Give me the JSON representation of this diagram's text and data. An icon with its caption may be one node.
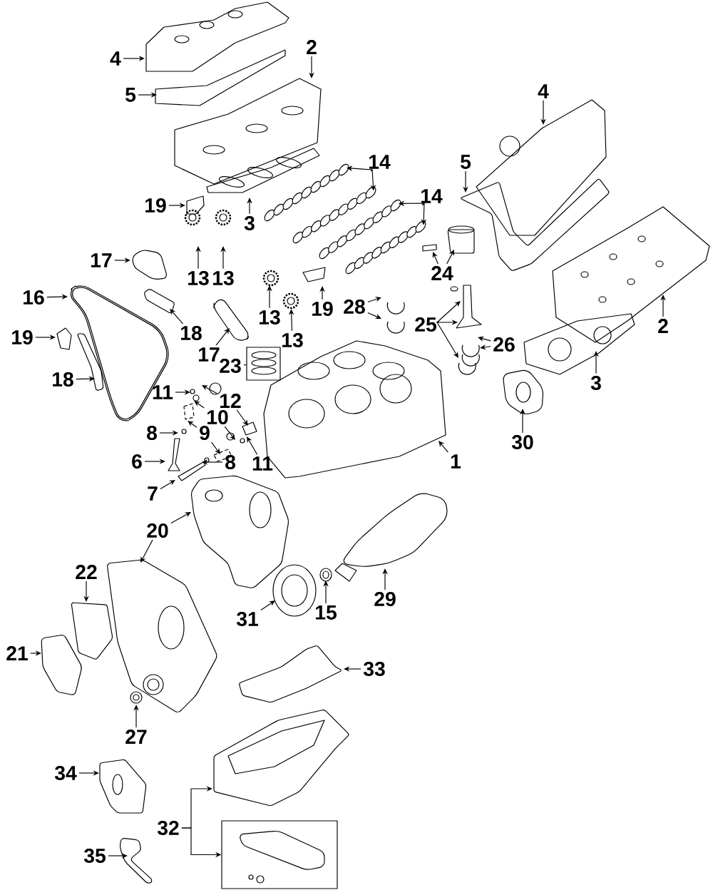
{
  "diagram": {
    "nodes": [
      {
        "text": [
          "4"
        ]
      },
      {
        "text": [
          "2"
        ]
      },
      {
        "text": [
          "4"
        ]
      },
      {
        "text": [
          "5"
        ]
      },
      {
        "text": [
          "14"
        ]
      },
      {
        "text": [
          "5"
        ]
      },
      {
        "text": [
          "14"
        ]
      },
      {
        "text": [
          "19"
        ]
      },
      {
        "text": [
          "3"
        ]
      },
      {
        "text": [
          "17"
        ]
      },
      {
        "text": [
          "24"
        ]
      },
      {
        "text": [
          "13"
        ]
      },
      {
        "text": [
          "13"
        ]
      },
      {
        "text": [
          "16"
        ]
      },
      {
        "text": [
          "28"
        ]
      },
      {
        "text": [
          "19"
        ]
      },
      {
        "text": [
          "13"
        ]
      },
      {
        "text": [
          "25"
        ]
      },
      {
        "text": [
          "2"
        ]
      },
      {
        "text": [
          "18"
        ]
      },
      {
        "text": [
          "19"
        ]
      },
      {
        "text": [
          "13"
        ]
      },
      {
        "text": [
          "26"
        ]
      },
      {
        "text": [
          "17"
        ]
      },
      {
        "text": [
          "23"
        ]
      },
      {
        "text": [],
        "shape": "box"
      },
      {
        "text": [
          "3"
        ]
      },
      {
        "text": [
          "18"
        ]
      },
      {
        "text": [
          "11"
        ]
      },
      {
        "text": [
          "12"
        ]
      },
      {
        "text": [
          "10"
        ]
      },
      {
        "text": [
          "9"
        ]
      },
      {
        "text": [
          "8"
        ]
      },
      {
        "text": [
          "30"
        ]
      },
      {
        "text": [
          "6"
        ]
      },
      {
        "text": [
          "1"
        ]
      },
      {
        "text": [
          "8"
        ]
      },
      {
        "text": [
          "11"
        ]
      },
      {
        "text": [
          "7"
        ]
      },
      {
        "text": [
          "20"
        ]
      },
      {
        "text": [
          "22"
        ]
      },
      {
        "text": [
          "29"
        ]
      },
      {
        "text": [
          "15"
        ]
      },
      {
        "text": [
          "31"
        ]
      },
      {
        "text": [
          "21"
        ]
      },
      {
        "text": [
          "33"
        ]
      },
      {
        "text": [
          "27"
        ]
      },
      {
        "text": [
          "34"
        ]
      },
      {
        "text": [
          "32"
        ]
      },
      {
        "text": [],
        "shape": "box"
      },
      {
        "text": [
          "35"
        ]
      },
      {
        "text": [],
        "shape": "picture"
      },
      {
        "text": [],
        "shape": "picture"
      },
      {
        "text": [],
        "shape": "picture"
      },
      {
        "text": [],
        "shape": "picture"
      },
      {
        "text": [],
        "shape": "circle"
      }
    ],
    "edges": [
      {
        "from": 0,
        "to": null,
        "arrow": "to"
      },
      {
        "from": 1,
        "to": null,
        "arrow": "to"
      },
      {
        "from": 2,
        "to": null,
        "arrow": "to"
      },
      {
        "from": 3,
        "to": null,
        "arrow": "to"
      },
      {
        "from": 4,
        "to": 51,
        "arrow": "to"
      },
      {
        "from": 4,
        "to": 52,
        "arrow": "to"
      },
      {
        "from": 5,
        "to": null,
        "arrow": "to"
      },
      {
        "from": 6,
        "to": 53,
        "arrow": "to"
      },
      {
        "from": 6,
        "to": 54,
        "arrow": "to"
      },
      {
        "from": 7,
        "to": null,
        "arrow": "to"
      },
      {
        "from": 8,
        "to": null,
        "arrow": "to"
      },
      {
        "from": 9,
        "to": null,
        "arrow": "to"
      },
      {
        "from": 10,
        "to": null,
        "arrow": "to"
      },
      {
        "from": 10,
        "to": null,
        "arrow": "to"
      },
      {
        "from": 11,
        "to": null,
        "arrow": "to"
      },
      {
        "from": 12,
        "to": null,
        "arrow": "to"
      },
      {
        "from": 13,
        "to": null,
        "arrow": "to"
      },
      {
        "from": 14,
        "to": null,
        "arrow": "to"
      },
      {
        "from": 14,
        "to": null,
        "arrow": "to"
      },
      {
        "from": 15,
        "to": null,
        "arrow": "to"
      },
      {
        "from": 16,
        "to": null,
        "arrow": "to"
      },
      {
        "from": 17,
        "to": null,
        "arrow": "to"
      },
      {
        "from": 17,
        "to": null,
        "arrow": "to"
      },
      {
        "from": 17,
        "to": null,
        "arrow": "to"
      },
      {
        "from": 18,
        "to": null,
        "arrow": "to"
      },
      {
        "from": 19,
        "to": null,
        "arrow": "to"
      },
      {
        "from": 20,
        "to": null,
        "arrow": "to"
      },
      {
        "from": 21,
        "to": 55,
        "arrow": "to"
      },
      {
        "from": 22,
        "to": null,
        "arrow": "to"
      },
      {
        "from": 22,
        "to": null,
        "arrow": "to"
      },
      {
        "from": 23,
        "to": null,
        "arrow": "to"
      },
      {
        "from": 24,
        "to": 25,
        "arrow": "none"
      },
      {
        "from": 26,
        "to": null,
        "arrow": "to"
      },
      {
        "from": 27,
        "to": null,
        "arrow": "to"
      },
      {
        "from": 28,
        "to": null,
        "arrow": "to"
      },
      {
        "from": 29,
        "to": null,
        "arrow": "to"
      },
      {
        "from": 29,
        "to": null,
        "arrow": "to"
      },
      {
        "from": 30,
        "to": null,
        "arrow": "to"
      },
      {
        "from": 30,
        "to": null,
        "arrow": "to"
      },
      {
        "from": 31,
        "to": null,
        "arrow": "to"
      },
      {
        "from": 31,
        "to": null,
        "arrow": "to"
      },
      {
        "from": 32,
        "to": null,
        "arrow": "to"
      },
      {
        "from": 33,
        "to": null,
        "arrow": "to"
      },
      {
        "from": 34,
        "to": null,
        "arrow": "to"
      },
      {
        "from": 35,
        "to": null,
        "arrow": "to"
      },
      {
        "from": 36,
        "to": null,
        "arrow": "to"
      },
      {
        "from": 37,
        "to": null,
        "arrow": "to"
      },
      {
        "from": 38,
        "to": null,
        "arrow": "to"
      },
      {
        "from": 39,
        "to": null,
        "arrow": "to"
      },
      {
        "from": 39,
        "to": null,
        "arrow": "to"
      },
      {
        "from": 40,
        "to": null,
        "arrow": "to"
      },
      {
        "from": 41,
        "to": null,
        "arrow": "to"
      },
      {
        "from": 42,
        "to": null,
        "arrow": "to"
      },
      {
        "from": 43,
        "to": null,
        "arrow": "to"
      },
      {
        "from": 44,
        "to": null,
        "arrow": "to"
      },
      {
        "from": 45,
        "to": null,
        "arrow": "to"
      },
      {
        "from": 46,
        "to": null,
        "arrow": "to"
      },
      {
        "from": 47,
        "to": null,
        "arrow": "to"
      },
      {
        "from": 48,
        "to": null,
        "arrow": "to"
      },
      {
        "from": 48,
        "to": 49,
        "arrow": "to"
      },
      {
        "from": 50,
        "to": null,
        "arrow": "to"
      }
    ]
  }
}
